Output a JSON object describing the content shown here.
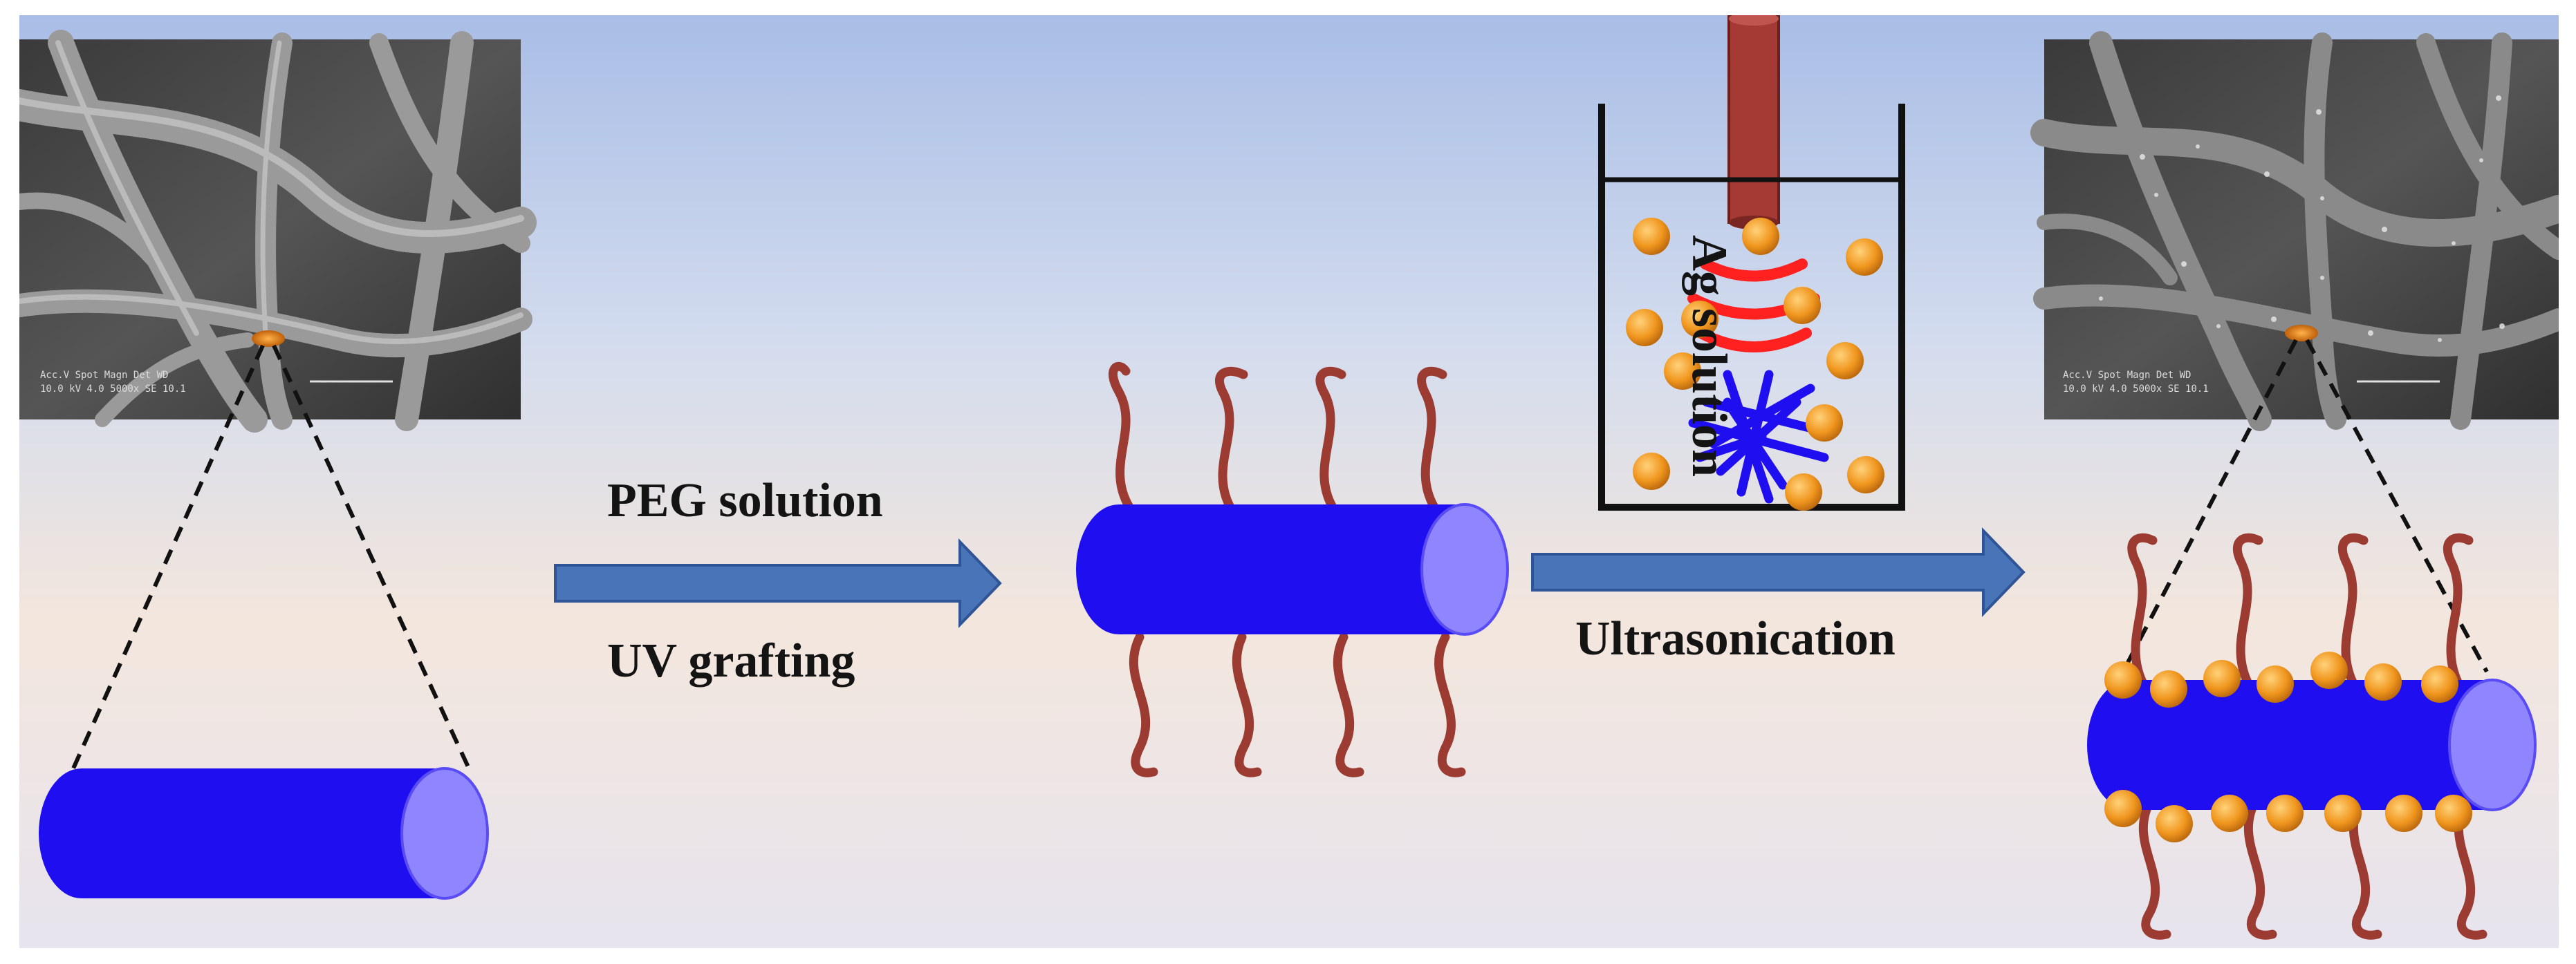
{
  "labels": {
    "peg_solution": "PEG solution",
    "uv_grafting": "UV grafting",
    "ultrasonication": "Ultrasonication",
    "ag_solution": "Ag solution"
  },
  "colors": {
    "fiber": "#1f0ff0",
    "fiber_end": "#8f85ff",
    "peg_chain": "#9b3b32",
    "ag_particle": "#f0961e",
    "ultrasonic_wave": "#ff2020",
    "probe": "#a53a35",
    "arrow": "#4a74b8"
  }
}
